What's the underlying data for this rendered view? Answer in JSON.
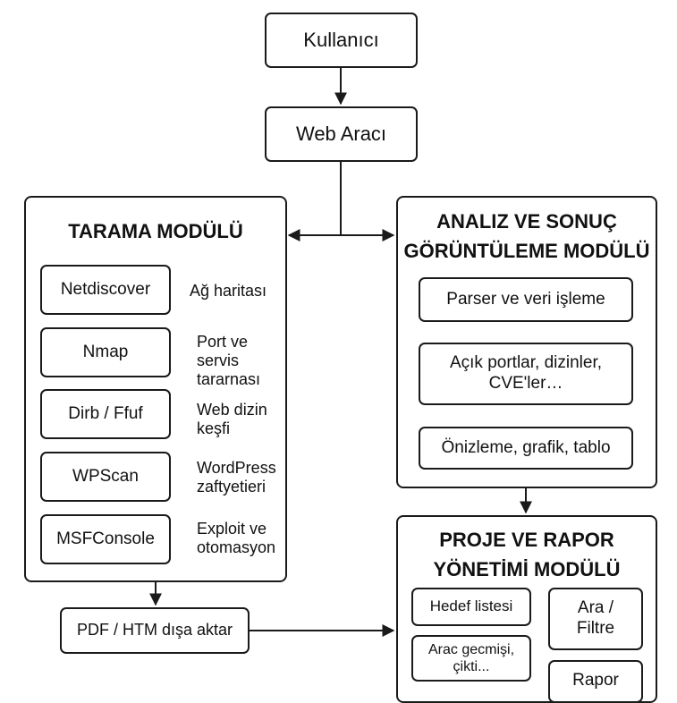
{
  "nodes": {
    "user": "Kullanıcı",
    "web_tool": "Web Aracı",
    "pdf_export": "PDF / HTM dışa aktar"
  },
  "scan_module": {
    "title": "TARAMA MODÜLÜ",
    "tools": [
      {
        "name": "Netdiscover",
        "description": "Ağ haritası"
      },
      {
        "name": "Nmap",
        "description": "Port ve\nservis\ntararnası"
      },
      {
        "name": "Dirb / Ffuf",
        "description": "Web dizin\nkeşfi"
      },
      {
        "name": "WPScan",
        "description": "WordPress\nzaftyetieri"
      },
      {
        "name": "MSFConsole",
        "description": "Exploit ve\notomasyon"
      }
    ]
  },
  "analysis_module": {
    "title": "ANALIZ VE SONUÇ\nGÖRÜNTÜLEME MODÜLÜ",
    "steps": [
      "Parser ve veri işleme",
      "Açık portlar, dizinler,\nCVE'ler…",
      "Önizleme, grafik, tablo"
    ]
  },
  "report_module": {
    "title": "PROJE VE RAPOR\nYÖNETİMİ MODÜLÜ",
    "items": [
      "Hedef listesi",
      "Arac gecmişi,\nçikti...",
      "Ara /\nFiltre",
      "Rapor"
    ]
  }
}
